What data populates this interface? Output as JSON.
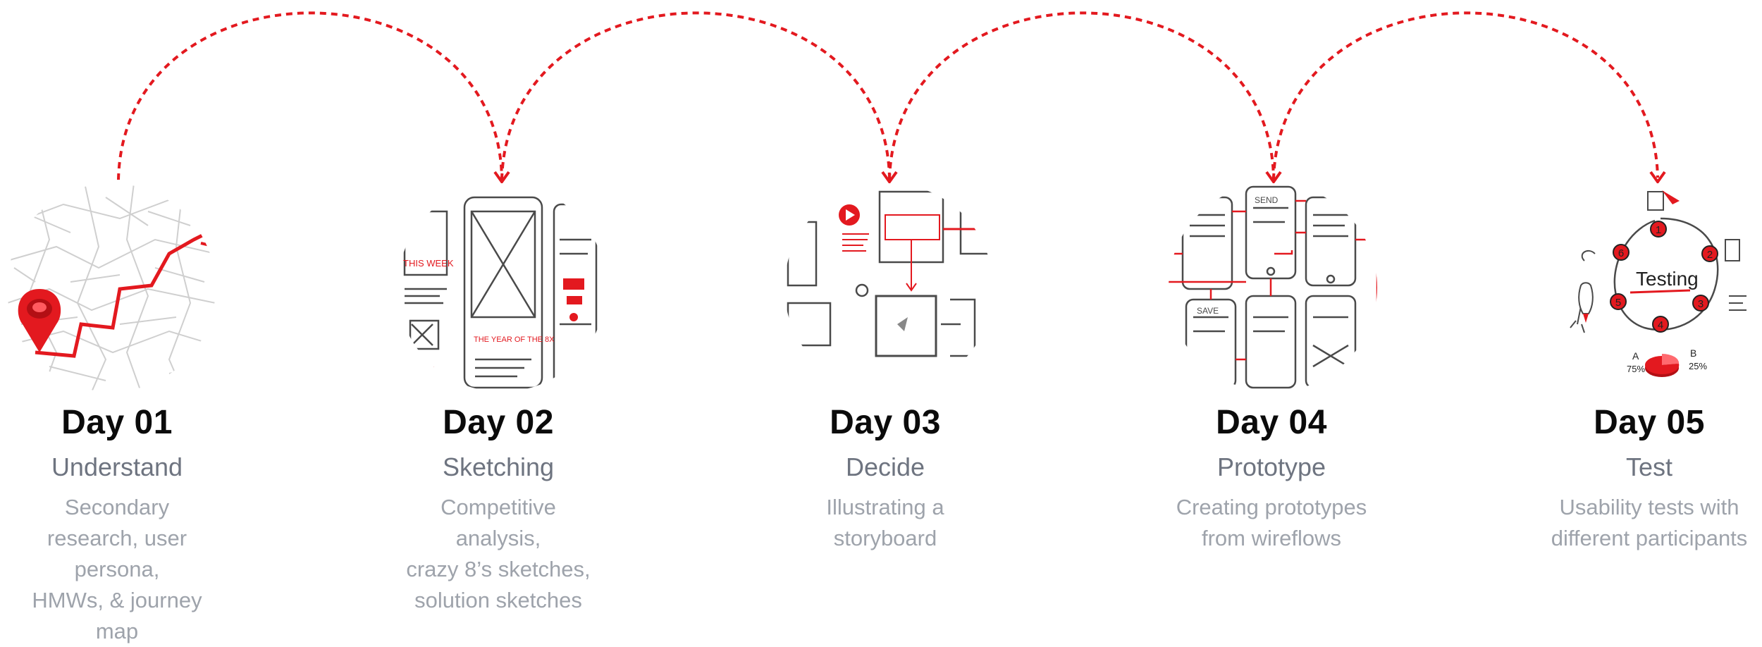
{
  "colors": {
    "accent": "#e3191f",
    "title": "#0b0b0b",
    "phase": "#6e7480",
    "description": "#9ea3ab",
    "sketch_line": "#4a4a4a",
    "map_line": "#cfcfcf"
  },
  "steps": [
    {
      "day": "Day 01",
      "phase": "Understand",
      "description": "Secondary\nresearch, user\npersona,\nHMWs, & journey\nmap",
      "illustration": "map-pin-route"
    },
    {
      "day": "Day 02",
      "phase": "Sketching",
      "description": "Competitive\nanalysis,\ncrazy 8’s sketches,\nsolution sketches",
      "illustration": "phone-sketches",
      "sketch_text": [
        "THIS WEEK",
        "THE YEAR OF THE 8X"
      ]
    },
    {
      "day": "Day 03",
      "phase": "Decide",
      "description": "Illustrating a\nstoryboard",
      "illustration": "storyboard-frames"
    },
    {
      "day": "Day 04",
      "phase": "Prototype",
      "description": "Creating prototypes\nfrom wireflows",
      "illustration": "wireflow-phones",
      "sketch_text": [
        "SEND",
        "SAVE"
      ]
    },
    {
      "day": "Day 05",
      "phase": "Test",
      "description": "Usability tests with\ndifferent participants",
      "illustration": "testing-cycle",
      "cycle_label": "Testing",
      "cycle_numbers": [
        "1",
        "2",
        "3",
        "4",
        "5",
        "6"
      ],
      "ab_labels": [
        "A",
        "B"
      ],
      "ab_values": [
        "75%",
        "25%"
      ]
    }
  ]
}
